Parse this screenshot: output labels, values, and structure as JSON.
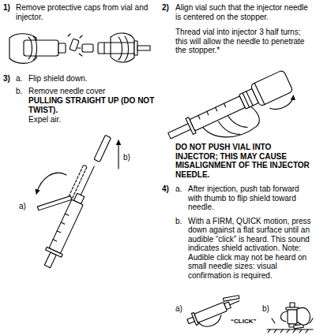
{
  "diagram": {
    "labels": [
      "1)",
      "Remove protective caps from vial and injector.",
      "2)",
      "Align vial such that the injector needle is centered on the stopper.",
      "Thread vial into injector 3 half turns; this will allow the needle to penetrate the stopper.*",
      "DO NOT PUSH VIAL INTO INJECTOR; THIS MAY CAUSE MISALIGNMENT OF THE INJECTOR NEEDLE.",
      "3)",
      "a.",
      "Flip shield down.",
      "b.",
      "Remove needle cover",
      "PULLING STRAIGHT UP (DO NOT TWIST).",
      "Expel air.",
      "a)",
      "b)",
      "4)",
      "a.",
      "After injection, push tab forward with thumb to flip shield toward needle.",
      "b.",
      "With a FIRM, QUICK motion, press down against a flat surface until an audible “click” is heard. This sound indicates shield activation. Note: Audible click may not be heard on small needle sizes: visual confirmation is required.",
      "a)",
      "b)",
      "“CLICK”"
    ]
  }
}
